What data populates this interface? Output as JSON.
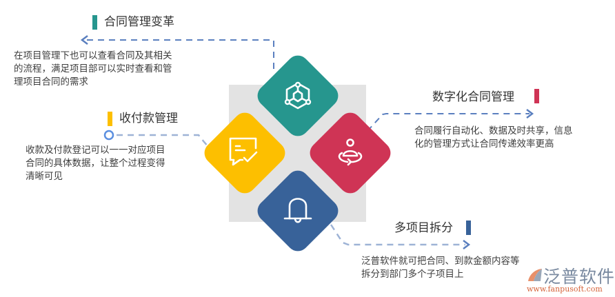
{
  "colors": {
    "teal": "#26968e",
    "yellow": "#fdbf00",
    "red": "#cf3455",
    "blue": "#386299",
    "gray_bg": "#e3e3e3",
    "connector": "#5a7fbf"
  },
  "sections": [
    {
      "id": "contract-reform",
      "title": "合同管理变革",
      "description_lines": [
        "在项目管理下也可以查看合同及其相关",
        "的流程，满足项目部可以实时查看和管",
        "理项目合同的需求"
      ],
      "icon": "network-cube-icon",
      "color": "#26968e"
    },
    {
      "id": "payment-management",
      "title": "收付款管理",
      "description_lines": [
        "收款及付款登记可以一一对应项目",
        "合同的具体数据，让整个过程变得",
        "清晰可见"
      ],
      "icon": "chat-check-icon",
      "color": "#fdbf00"
    },
    {
      "id": "digital-contract",
      "title": "数字化合同管理",
      "description_lines": [
        "合同履行自动化、数据及时共享，信息",
        "化的管理方式让合同传递效率更高"
      ],
      "icon": "person-orbit-icon",
      "color": "#cf3455"
    },
    {
      "id": "multi-project-split",
      "title": "多项目拆分",
      "description_lines": [
        "泛普软件就可把合同、到款金额内容等",
        "拆分到部门多个子项目上"
      ],
      "icon": "bell-icon",
      "color": "#386299"
    }
  ],
  "logo": {
    "name": "泛普软件",
    "url": "www.fanpusoft.com"
  }
}
